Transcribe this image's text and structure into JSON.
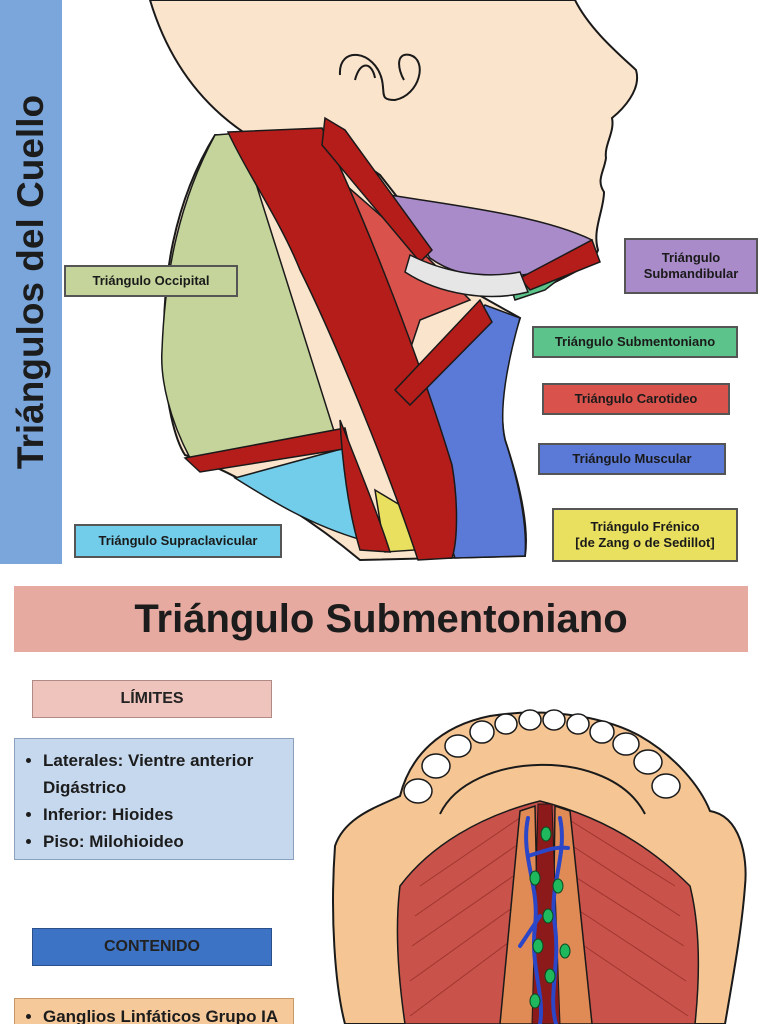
{
  "top_panel": {
    "side_title": "Triángulos del Cuello",
    "labels": {
      "occipital": "Triángulo Occipital",
      "submandibular_line1": "Triángulo",
      "submandibular_line2": "Submandibular",
      "submentoniano": "Triángulo Submentoniano",
      "carotideo": "Triángulo Carotideo",
      "muscular": "Triángulo Muscular",
      "frenico_line1": "Triángulo Frénico",
      "frenico_line2": "[de Zang o de Sedillot]",
      "supraclavicular": "Triángulo Supraclavicular"
    },
    "colors": {
      "occipital": "#c4d49a",
      "submandibular": "#a98bc9",
      "submentoniano": "#5cc48a",
      "carotideo": "#d9534c",
      "muscular": "#5b79d6",
      "frenico": "#e9e060",
      "supraclavicular": "#72cdea",
      "muscle": "#b51d1a",
      "skin": "#fbe4cc"
    }
  },
  "bottom_panel": {
    "title": "Triángulo Submentoniano",
    "limits_header": "LÍMITES",
    "limits": [
      "Laterales: Vientre anterior Digástrico",
      "Inferior: Hioides",
      "Piso: Milohioideo"
    ],
    "content_header": "CONTENIDO",
    "content_items": [
      "Ganglios Linfáticos Grupo IA"
    ],
    "colors": {
      "banner": "#e6aaa0",
      "limits_chip": "#efc4bc",
      "info_box": "#c6d8ee",
      "content_chip": "#3d73c4",
      "content_item_bg": "#f6c99a"
    }
  }
}
